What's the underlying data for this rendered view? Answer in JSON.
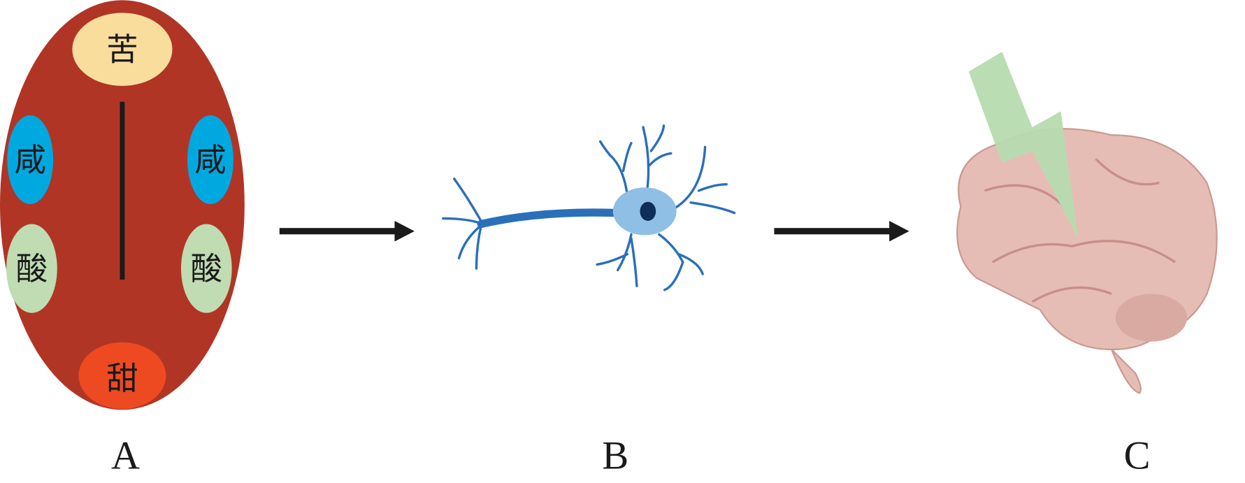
{
  "tongue": {
    "bitter": "苦",
    "salty_left": "咸",
    "salty_right": "咸",
    "sour_left": "酸",
    "sour_right": "酸",
    "sweet": "甜"
  },
  "labels": {
    "a": "A",
    "b": "B",
    "c": "C"
  },
  "colors": {
    "tongue": "#b03525",
    "bitter": "#f9dd9c",
    "salty": "#00a8e0",
    "sour": "#bfdcb2",
    "sweet": "#ee4a22",
    "neuron": "#2a6fba",
    "soma": "#8fbfe4",
    "bolt": "#b6dbb0",
    "brain": "#e6bdb5"
  }
}
